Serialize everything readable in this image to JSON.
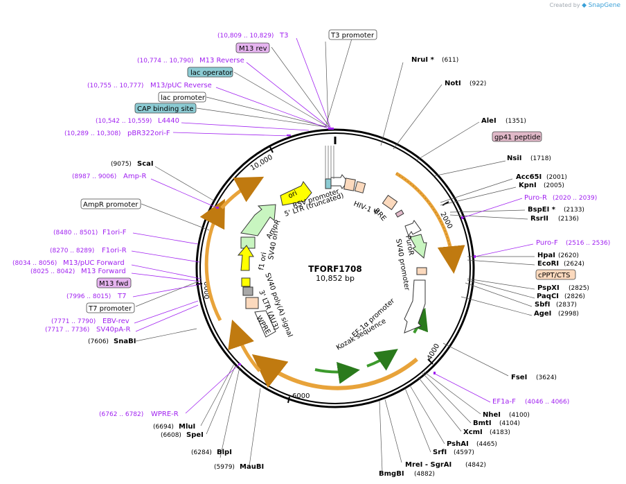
{
  "credit": {
    "prefix": "Created by",
    "brand": "SnapGene"
  },
  "plasmid": {
    "name": "TFORF1708",
    "size_label": "10,852 bp"
  },
  "ticks": [
    "2000",
    "4000",
    "6000",
    "8000",
    "10,000"
  ],
  "enzymes_right": [
    {
      "name": "NruI *",
      "pos": "(611)"
    },
    {
      "name": "NotI",
      "pos": "(922)"
    },
    {
      "name": "AleI",
      "pos": "(1351)"
    },
    {
      "name": "NsiI",
      "pos": "(1718)"
    },
    {
      "name": "Acc65I",
      "pos": "(2001)"
    },
    {
      "name": "KpnI",
      "pos": "(2005)"
    },
    {
      "name": "BspEI *",
      "pos": "(2133)"
    },
    {
      "name": "RsrII",
      "pos": "(2136)"
    },
    {
      "name": "HpaI",
      "pos": "(2620)"
    },
    {
      "name": "EcoRI",
      "pos": "(2624)"
    },
    {
      "name": "PspXI",
      "pos": "(2825)"
    },
    {
      "name": "PaqCI",
      "pos": "(2826)"
    },
    {
      "name": "SbfI",
      "pos": "(2837)"
    },
    {
      "name": "AgeI",
      "pos": "(2998)"
    },
    {
      "name": "FseI",
      "pos": "(3624)"
    },
    {
      "name": "NheI",
      "pos": "(4100)"
    },
    {
      "name": "BmtI",
      "pos": "(4104)"
    },
    {
      "name": "XcmI",
      "pos": "(4183)"
    },
    {
      "name": "PshAI",
      "pos": "(4465)"
    },
    {
      "name": "SrfI",
      "pos": "(4597)"
    },
    {
      "name": "MreI  -  SgrAI",
      "pos": "(4842)"
    },
    {
      "name": "BmgBI",
      "pos": "(4882)"
    }
  ],
  "enzymes_left": [
    {
      "name": "ScaI",
      "pos": "(9075)"
    },
    {
      "name": "SnaBI",
      "pos": "(7606)"
    },
    {
      "name": "MluI",
      "pos": "(6694)"
    },
    {
      "name": "SpeI",
      "pos": "(6608)"
    },
    {
      "name": "BlpI",
      "pos": "(6284)"
    },
    {
      "name": "MauBI",
      "pos": "(5979)"
    }
  ],
  "primers_left": [
    {
      "name": "T3",
      "pos": "(10,809 .. 10,829)"
    },
    {
      "name": "M13 Reverse",
      "pos": "(10,774 .. 10,790)"
    },
    {
      "name": "M13/pUC Reverse",
      "pos": "(10,755 .. 10,777)"
    },
    {
      "name": "L4440",
      "pos": "(10,542 .. 10,559)"
    },
    {
      "name": "pBR322ori-F",
      "pos": "(10,289 .. 10,308)"
    },
    {
      "name": "Amp-R",
      "pos": "(8987 .. 9006)"
    },
    {
      "name": "F1ori-F",
      "pos": "(8480 .. 8501)"
    },
    {
      "name": "F1ori-R",
      "pos": "(8270 .. 8289)"
    },
    {
      "name": "M13/pUC Forward",
      "pos": "(8034 .. 8056)"
    },
    {
      "name": "M13 Forward",
      "pos": "(8025 .. 8042)"
    },
    {
      "name": "T7",
      "pos": "(7996 .. 8015)"
    },
    {
      "name": "EBV-rev",
      "pos": "(7771 .. 7790)"
    },
    {
      "name": "SV40pA-R",
      "pos": "(7717 .. 7736)"
    },
    {
      "name": "WPRE-R",
      "pos": "(6762 .. 6782)"
    }
  ],
  "primers_right": [
    {
      "name": "Puro-R",
      "pos": "(2020 .. 2039)"
    },
    {
      "name": "Puro-F",
      "pos": "(2516 .. 2536)"
    },
    {
      "name": "EF1a-F",
      "pos": "(4046 .. 4066)"
    }
  ],
  "boxed_labels": {
    "m13_rev": "M13 rev",
    "lac_operator": "lac operator",
    "lac_promoter": "lac promoter",
    "cap_site": "CAP binding site",
    "ampr_promoter": "AmpR promoter",
    "m13_fwd": "M13 fwd",
    "t7_promoter": "T7 promoter",
    "t3_promoter": "T3 promoter",
    "gp41": "gp41 peptide",
    "cppt": "cPPT/CTS"
  },
  "features": {
    "ori": "ori",
    "ampr": "AmpR",
    "f1_ori": "f1 ori",
    "sv40_ori": "SV40 ori",
    "sv40_polya": "SV40 poly(A) signal",
    "ltr3": "3' LTR (ΔU3)",
    "wpre": "WPRE",
    "rsv": "RSV promoter",
    "ltr5": "5' LTR (truncated)",
    "hiv_psi": "HIV-1 Ψ",
    "rre": "RRE",
    "puror": "PuroR",
    "sv40_promoter": "SV40 promoter",
    "ef1a": "EF-1α promoter",
    "kozak": "Kozak sequence"
  },
  "colors": {
    "primer": "#a020f0",
    "orf_orange": "#e8a33a",
    "orf_green": "#3c9a2c",
    "feature_yellow": "#ffff00",
    "feature_green": "#c8f5c0",
    "feature_peach": "#fbd9bd",
    "box_cyan": "#8ccbd3",
    "box_pink": "#e0b8c8",
    "box_violet": "#e6b4f0"
  }
}
